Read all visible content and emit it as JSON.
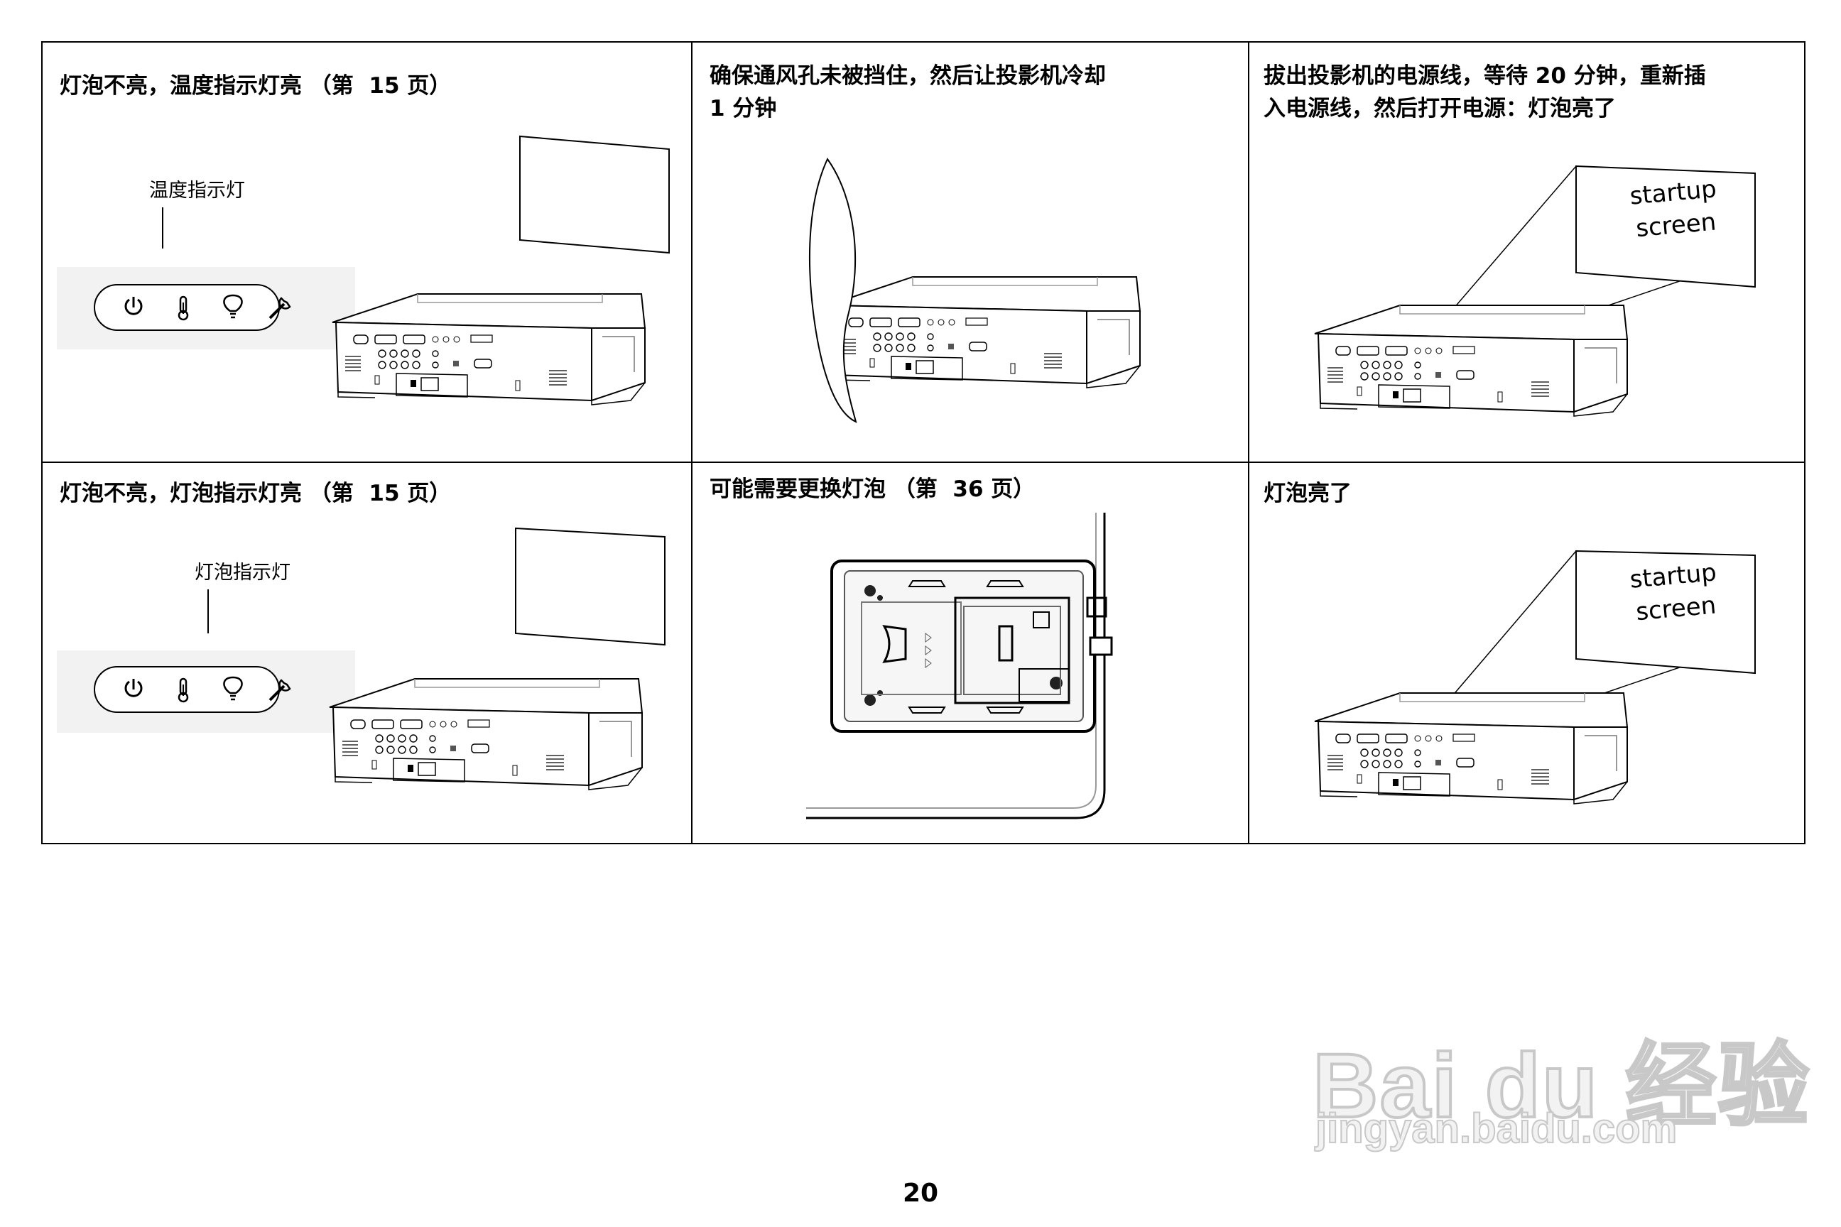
{
  "cells": [
    {
      "id": "no-lamp-temp",
      "title": "灯泡不亮，温度指示灯亮 （第  15 页）",
      "callout": "温度指示灯"
    },
    {
      "id": "vent-cool",
      "title": "确保通风孔未被挡住，然后让投影机冷却\n1 分钟"
    },
    {
      "id": "replug",
      "title": "拔出投影机的电源线，等待 20 分钟，重新插\n入电源线，然后打开电源：灯泡亮了",
      "screen_text": [
        "startup",
        "screen"
      ]
    },
    {
      "id": "no-lamp-lamp",
      "title": "灯泡不亮，灯泡指示灯亮 （第  15 页）",
      "callout": "灯泡指示灯"
    },
    {
      "id": "replace-lamp",
      "title": "可能需要更换灯泡 （第  36 页）"
    },
    {
      "id": "lamp-on",
      "title": "灯泡亮了",
      "screen_text": [
        "startup",
        "screen"
      ]
    }
  ],
  "indicator_icons": [
    "power-icon",
    "thermometer-icon",
    "lightbulb-icon",
    "wrench-icon"
  ],
  "page_number": "20",
  "watermark": {
    "main": "Bai du 经验",
    "sub": "jingyan.baidu.com"
  }
}
